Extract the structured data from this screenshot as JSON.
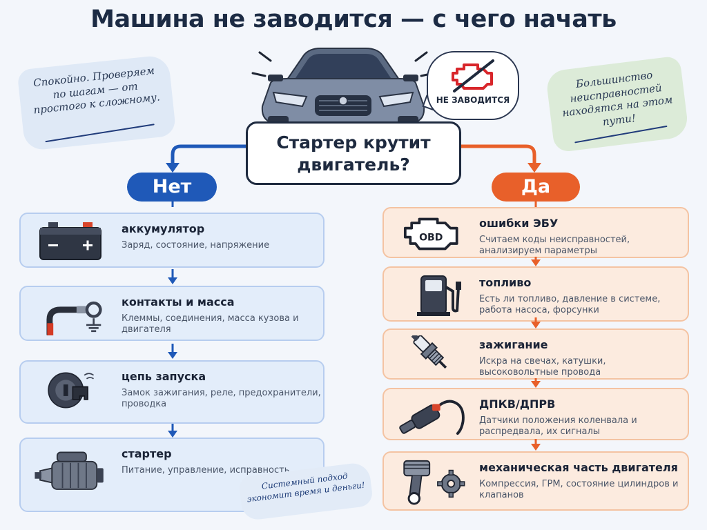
{
  "title": "Машина не заводится — с чего начать",
  "notes": {
    "left": "Спокойно. Проверяем по шагам — от простого к сложному.",
    "right": "Большинство неисправностей находятся на этом пути!",
    "bottom": "Системный подход экономит время и деньги!"
  },
  "status_bubble": "НЕ ЗАВОДИТСЯ",
  "question": "Стартер крутит двигатель?",
  "branches": {
    "no": {
      "label": "Нет",
      "steps": [
        {
          "title": "аккумулятор",
          "desc": "Заряд, состояние, напряжение",
          "icon": "battery-icon"
        },
        {
          "title": "контакты и масса",
          "desc": "Клеммы, соединения, масса кузова и двигателя",
          "icon": "ground-cable-icon"
        },
        {
          "title": "цепь запуска",
          "desc": "Замок зажигания, реле, предохранители, проводка",
          "icon": "ignition-key-icon"
        },
        {
          "title": "стартер",
          "desc": "Питание, управление, исправность",
          "icon": "starter-motor-icon"
        }
      ]
    },
    "yes": {
      "label": "Да",
      "steps": [
        {
          "title": "ошибки ЭБУ",
          "desc": "Считаем коды неисправностей, анализируем параметры",
          "icon": "obd-engine-icon",
          "icon_text": "OBD"
        },
        {
          "title": "топливо",
          "desc": "Есть ли топливо, давление в системе, работа насоса, форсунки",
          "icon": "fuel-pump-icon"
        },
        {
          "title": "зажигание",
          "desc": "Искра на свечах, катушки, высоковольтные провода",
          "icon": "spark-plug-icon"
        },
        {
          "title": "ДПКВ/ДПРВ",
          "desc": "Датчики положения коленвала и распредвала, их сигналы",
          "icon": "sensor-icon"
        },
        {
          "title": "механическая часть двигателя",
          "desc": "Компрессия, ГРМ, состояние цилиндров и клапанов",
          "icon": "piston-gear-icon"
        }
      ]
    }
  },
  "colors": {
    "no_branch": "#1f59b8",
    "yes_branch": "#e8602a",
    "no_step_bg": "#e3edfa",
    "yes_step_bg": "#fcebdf",
    "warning_red": "#d8262b"
  }
}
